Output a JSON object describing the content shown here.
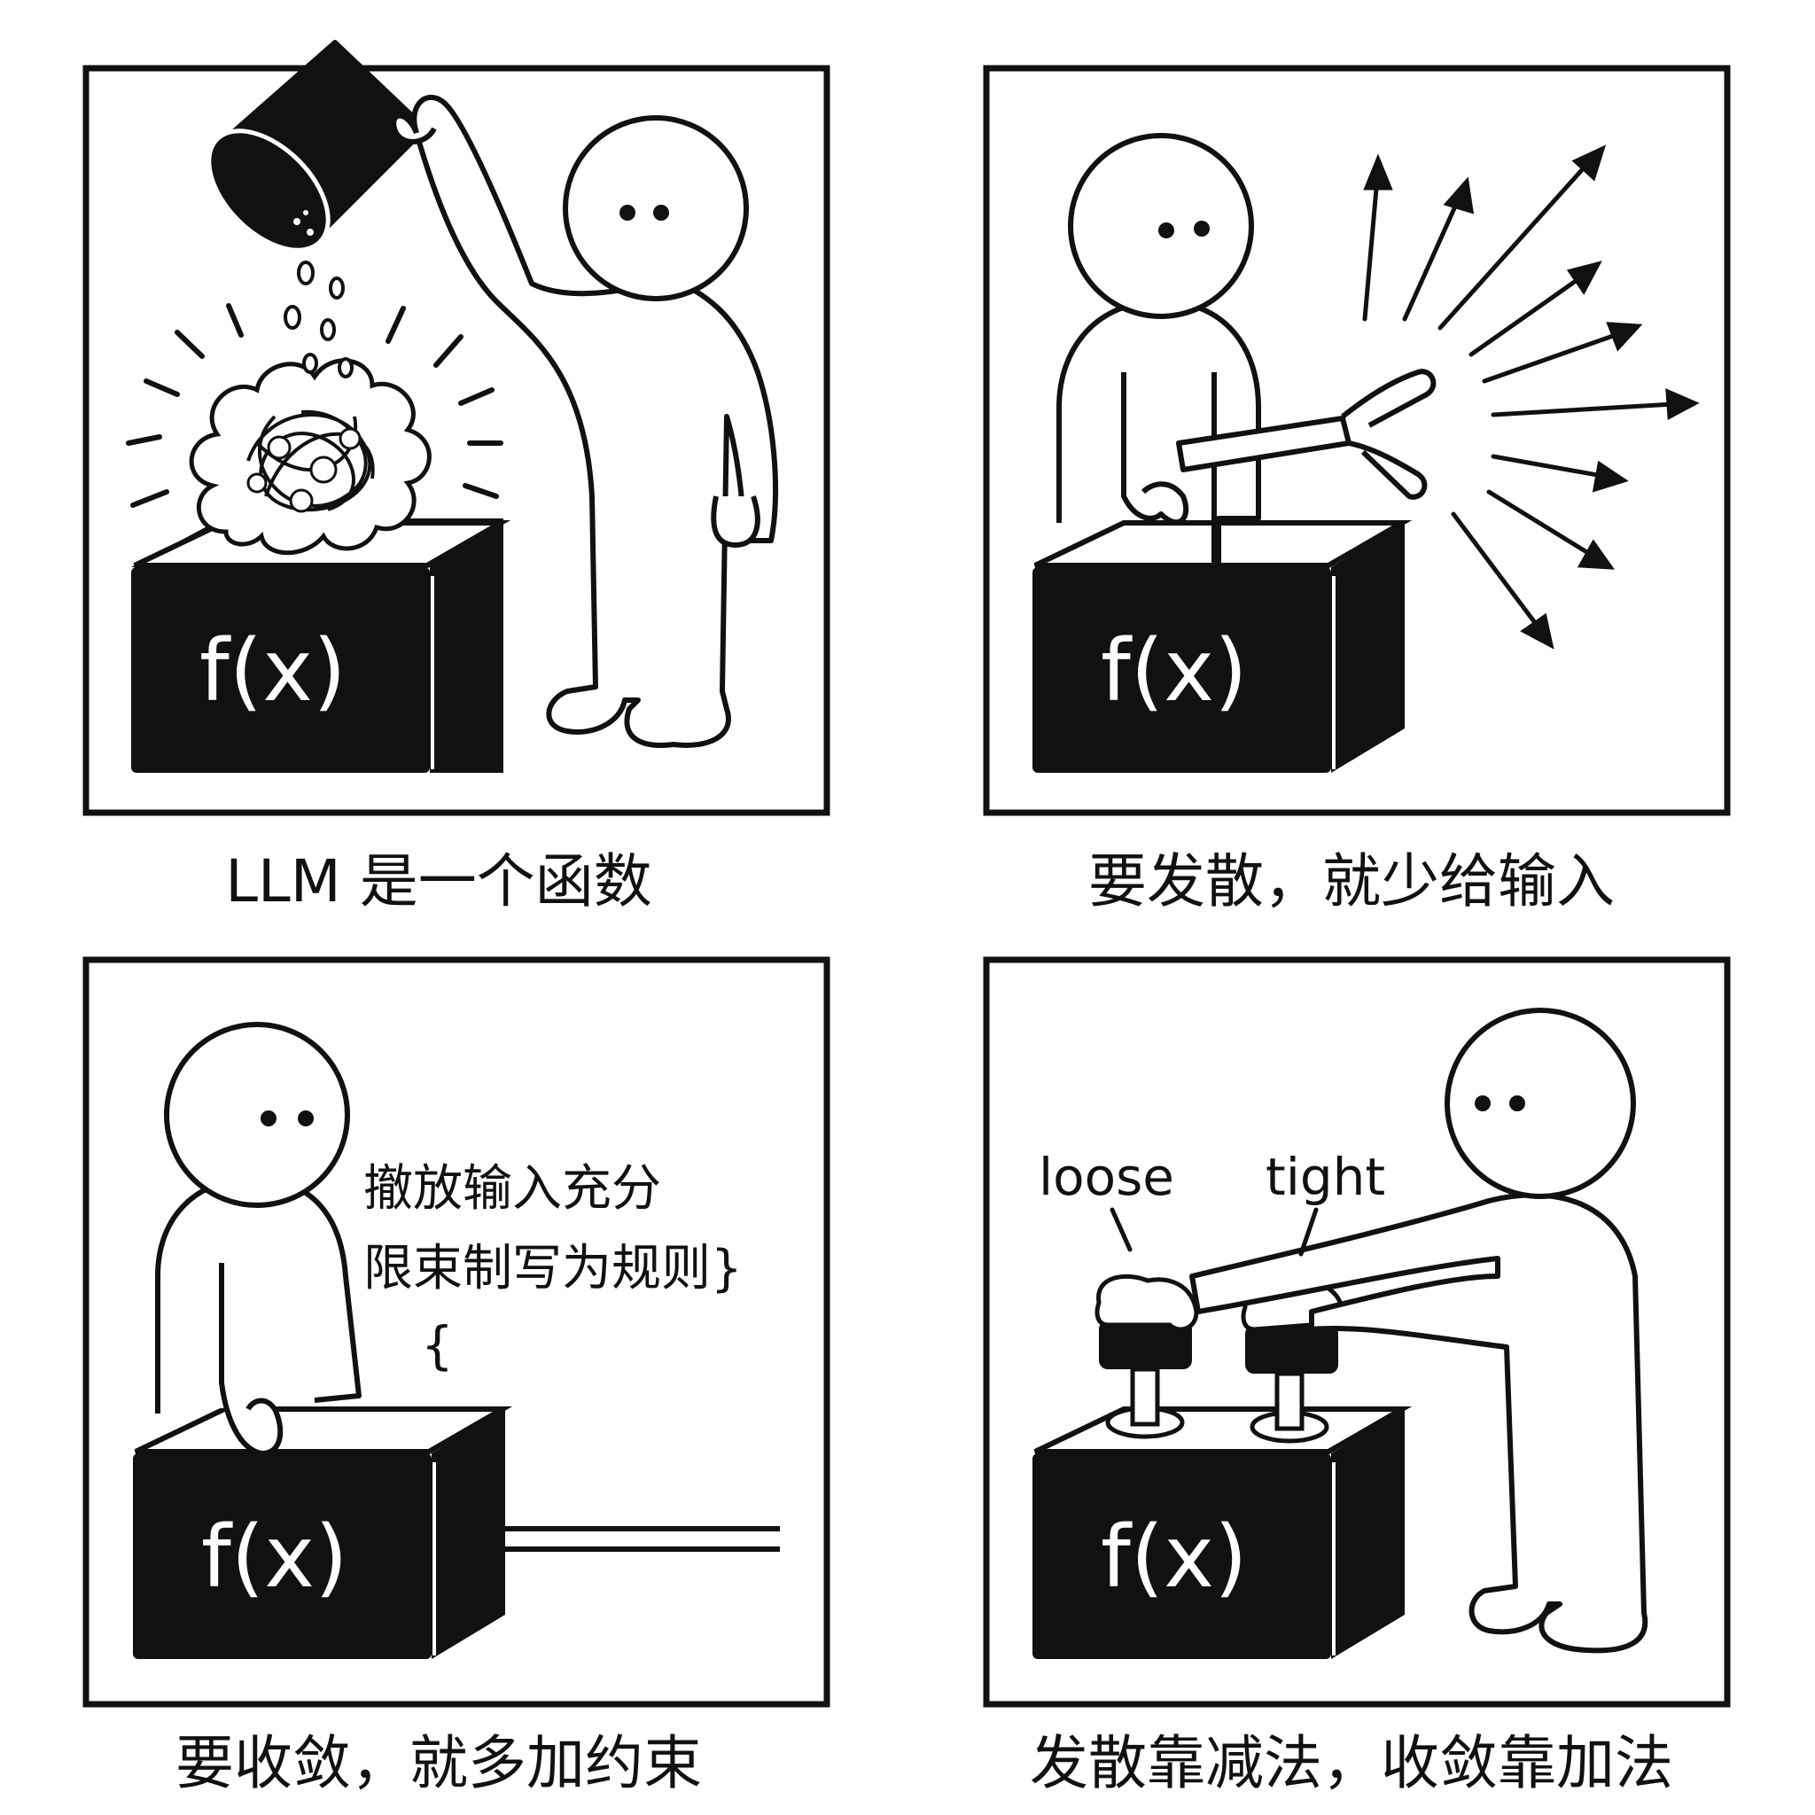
{
  "panels": [
    {
      "caption": "LLM 是一个函数",
      "box_label": "f(x)"
    },
    {
      "caption": "要发散，就少给输入",
      "box_label": "f(x)"
    },
    {
      "caption": "要收敛，就多加约束",
      "box_label": "f(x)",
      "note_line1": "撤放输入充分",
      "note_line2": "限束制写为规则}",
      "brace": "{"
    },
    {
      "caption": "发散靠减法，收敛靠加法",
      "box_label": "f(x)",
      "knob_left": "loose",
      "knob_right": "tight"
    }
  ]
}
